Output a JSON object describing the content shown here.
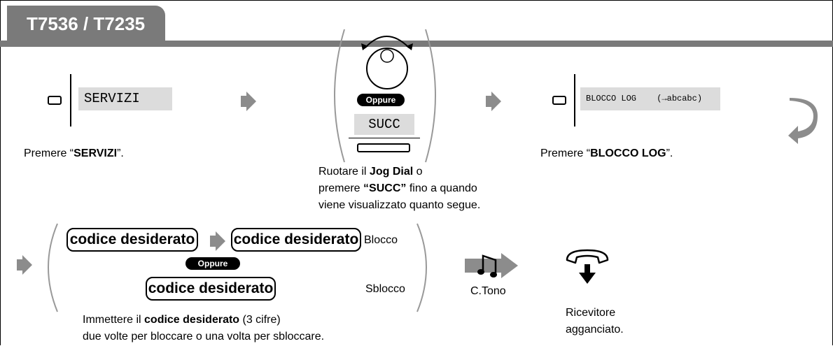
{
  "title": "T7536 / T7235",
  "step1": {
    "display": "SERVIZI",
    "caption_pre": "Premere “",
    "caption_bold": "SERVIZI",
    "caption_post": "”."
  },
  "step2": {
    "oppure": "Oppure",
    "display": "SUCC",
    "caption_l1_pre": "Ruotare il ",
    "caption_l1_bold": "Jog Dial",
    "caption_l1_post": " o",
    "caption_l2_pre": "premere ",
    "caption_l2_bold": "“SUCC”",
    "caption_l2_post": " fino a quando",
    "caption_l3": "viene visualizzato quanto segue."
  },
  "step3": {
    "display_main": "BLOCCO LOG",
    "display_sub": "(→abcabc)",
    "caption_pre": "Premere “",
    "caption_bold": "BLOCCO LOG",
    "caption_post": "”."
  },
  "step4": {
    "code1": "codice desiderato",
    "code2": "codice desiderato",
    "code3": "codice desiderato",
    "blocco": "Blocco",
    "sblocco": "Sblocco",
    "oppure": "Oppure",
    "caption_l1_pre": "Immettere il ",
    "caption_l1_bold": "codice desiderato",
    "caption_l1_post": " (3 cifre)",
    "caption_l2": "due volte per bloccare o una volta per sbloccare."
  },
  "step5": {
    "label": "C.Tono"
  },
  "step6": {
    "caption_l1": "Ricevitore",
    "caption_l2": "agganciato."
  },
  "colors": {
    "band": "#7a7a7a",
    "lcd": "#dcdcdc",
    "arrow": "#8c8c8c"
  }
}
